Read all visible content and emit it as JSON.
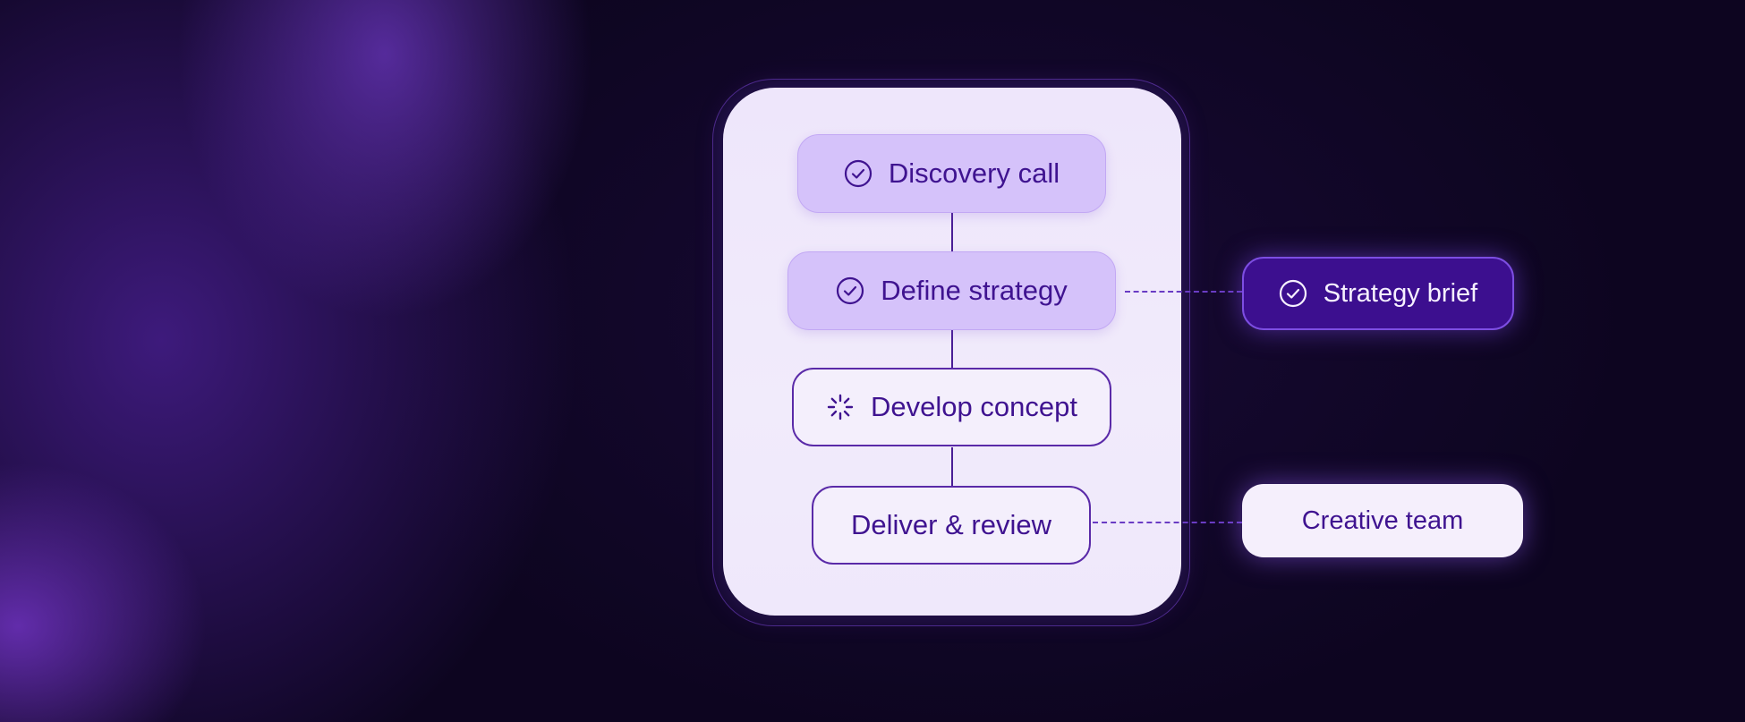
{
  "diagram": {
    "steps": [
      {
        "label": "Discovery call",
        "status": "done",
        "icon": "check-circle-icon"
      },
      {
        "label": "Define strategy",
        "status": "done",
        "icon": "check-circle-icon"
      },
      {
        "label": "Develop concept",
        "status": "in-progress",
        "icon": "spinner-icon"
      },
      {
        "label": "Deliver & review",
        "status": "pending",
        "icon": ""
      }
    ],
    "outputs": [
      {
        "label": "Strategy brief",
        "linked_step": "Define strategy",
        "icon": "check-circle-icon"
      },
      {
        "label": "Creative team",
        "linked_step": "Deliver & review",
        "icon": ""
      }
    ],
    "colors": {
      "accent": "#3f1390",
      "done_fill": "#d5c2fa",
      "card": "#eee6fb",
      "brief_fill": "#3c0f8f",
      "background": "#0d0520"
    }
  }
}
